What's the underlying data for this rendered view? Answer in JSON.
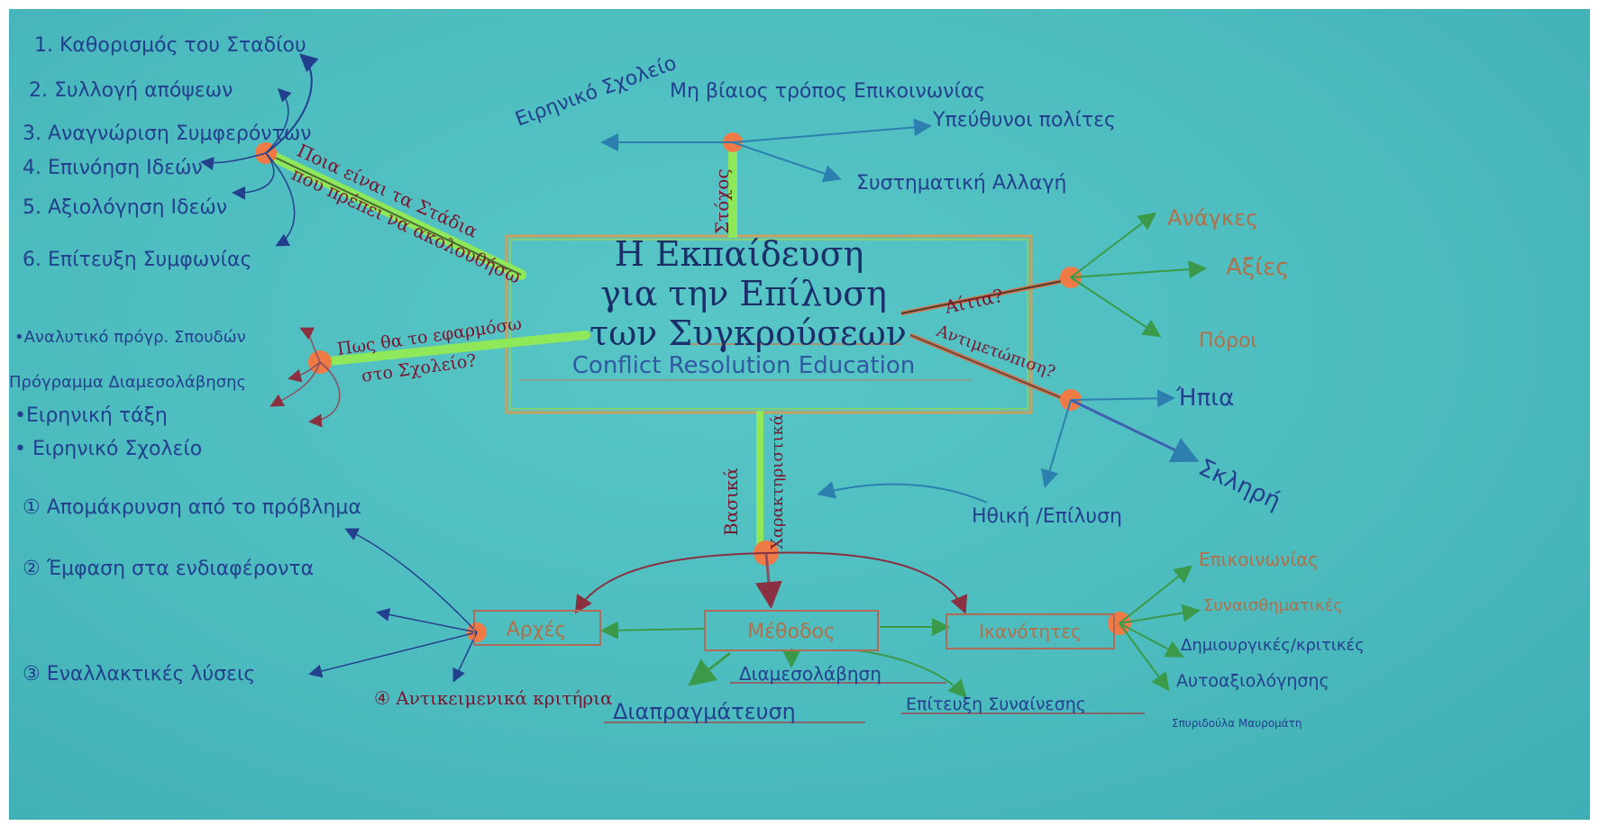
{
  "central": {
    "title_lines": [
      "Η Εκπαίδευση",
      "για την Επίλυση",
      "των Συγκρούσεων"
    ],
    "subtitle": "Conflict Resolution Education"
  },
  "stages": {
    "branch_label_lines": [
      "Ποια είναι τα Στάδια",
      "που πρέπει να ακολουθήσω"
    ],
    "items": [
      "1. Καθορισμός του Σταδίου",
      "2. Συλλογή απόψεων",
      "3. Αναγνώριση Συμφερόντων",
      "4. Επινόηση Ιδεών",
      "5. Αξιολόγηση Ιδεών",
      "6. Επίτευξη Συμφωνίας"
    ]
  },
  "school": {
    "branch_label_lines": [
      "Πως θα το εφαρμόσω",
      "στο Σχολείο?"
    ],
    "items": [
      "•Αναλυτικό πρόγρ. Σπουδών",
      "Πρόγραμμα Διαμεσολάβησης",
      "•Ειρηνική τάξη",
      "• Ειρηνικό Σχολείο"
    ]
  },
  "goal": {
    "branch_label": "Στόχος",
    "items": [
      "Ειρηνικό Σχολείο",
      "Μη βίαιος τρόπος Επικοινωνίας",
      "Υπεύθυνοι πολίτες",
      "Συστηματική Αλλαγή"
    ]
  },
  "causes": {
    "branch_label": "Αίτια?",
    "items": [
      "Ανάγκες",
      "Αξίες",
      "Πόροι"
    ]
  },
  "handling": {
    "branch_label": "Αντιμετώπιση?",
    "items": [
      "Ήπια",
      "Σκληρή",
      "Ηθική /Επίλυση"
    ]
  },
  "features": {
    "branch_label_lines": [
      "Βασικά",
      "Χαρακτηριστικά"
    ],
    "principles": {
      "label": "Αρχές",
      "items": [
        "① Απομάκρυνση από το πρόβλημα",
        "② Έμφαση στα ενδιαφέροντα",
        "③ Εναλλακτικές λύσεις",
        "④ Αντικειμενικά κριτήρια"
      ]
    },
    "method": {
      "label": "Μέθοδος",
      "items": [
        "Διαμεσολάβηση",
        "Επίτευξη Συναίνεσης",
        "Διαπραγμάτευση"
      ]
    },
    "skills": {
      "label": "Ικανότητες",
      "items": [
        "Επικοινωνίας",
        "Συναισθηματικές",
        "Δημιουργικές/κριτικές",
        "Αυτοαξιολόγησης"
      ]
    }
  },
  "signature": "Σπυριδούλα Μαυρομάτη",
  "colors": {
    "board": "#4dbcbf",
    "ink_blue": "#1f3f8f",
    "ink_red": "#7a1530",
    "node": "#f07a45",
    "highlight": "#8fe85a",
    "box": "#c48a55"
  }
}
